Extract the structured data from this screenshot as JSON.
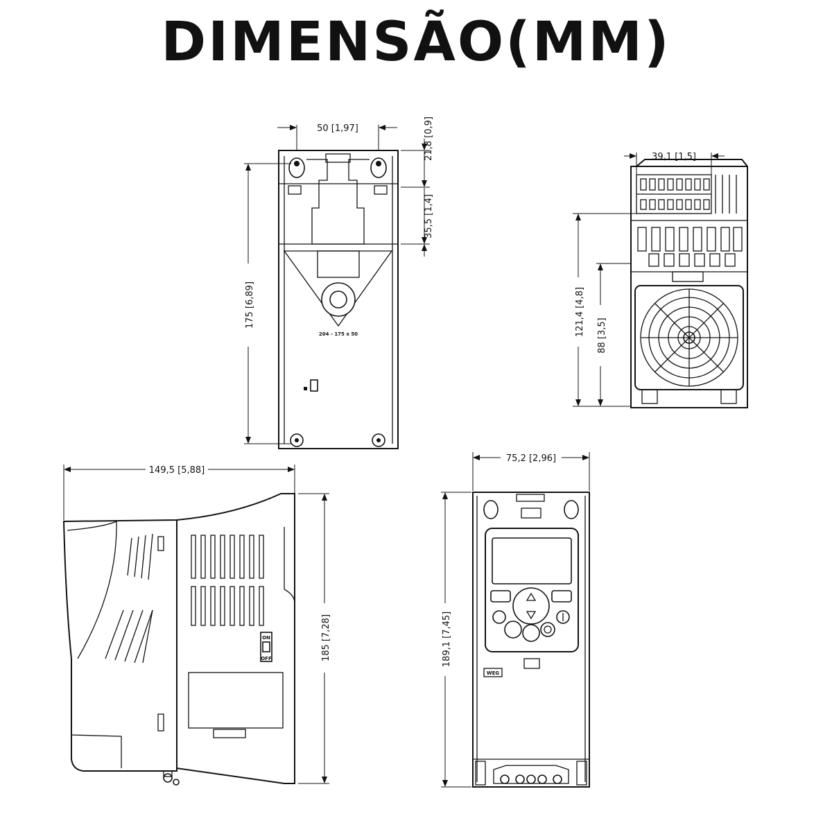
{
  "title": "DIMENSÃO(MM)",
  "dimensions": {
    "top_mount_width": "50 [1,97]",
    "top_hole_offset": "21,8 [0,9]",
    "top_second_offset": "35,5 [1,4]",
    "top_height": "175 [6,89]",
    "top_label": "204 - 175 x 50",
    "bottom_terminal_width": "39,1 [1,5]",
    "bottom_height_total": "121,4 [4,8]",
    "bottom_height_fan": "88 [3,5]",
    "side_depth": "149,5 [5,88]",
    "side_height": "185 [7,28]",
    "front_width": "75,2 [2,96]",
    "front_height": "189,1 [7,45]"
  },
  "front_panel": {
    "logo": "WEG",
    "switch_on": "ON",
    "switch_off": "OFF"
  },
  "icons": [
    "up-arrow-icon",
    "down-arrow-icon",
    "fan-grille-icon",
    "mounting-hole-icon"
  ]
}
